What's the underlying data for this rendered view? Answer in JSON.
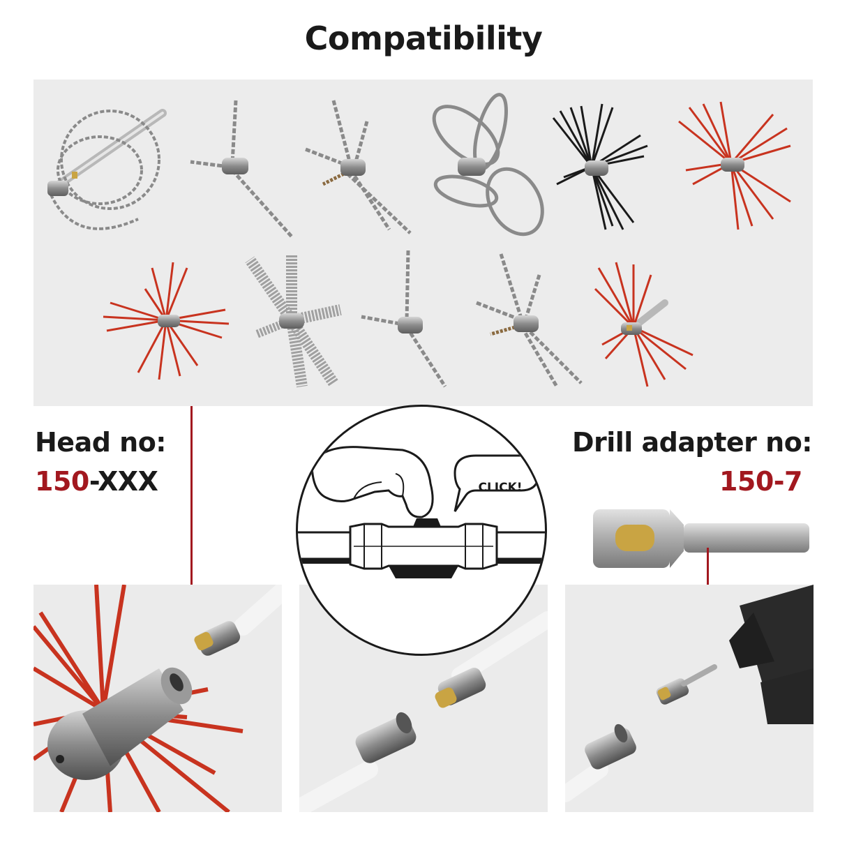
{
  "title": "Compatibility",
  "head_label": "Head no:",
  "head_number_prefix": "150",
  "head_number_suffix": "-XXX",
  "drill_label": "Drill adapter no:",
  "drill_number": "150-7",
  "click_text": "CLICK!",
  "colors": {
    "accent_red": "#a2181f",
    "brush_red": "#c8331f",
    "gallery_bg": "#ececec",
    "metal": "#9a9a9a",
    "brass": "#c9a443"
  },
  "gallery": {
    "row1": [
      "chain-rod-head",
      "three-chain-head",
      "four-chain-head",
      "wire-loop-head",
      "black-bristle-head",
      "red-bristle-head"
    ],
    "row2": [
      "red-bristle-star-head",
      "wire-brush-head",
      "three-chain-head-small",
      "four-chain-head-small",
      "red-bristle-rod-head"
    ]
  },
  "panels": [
    "head-closeup",
    "rod-connection",
    "drill-connection"
  ]
}
